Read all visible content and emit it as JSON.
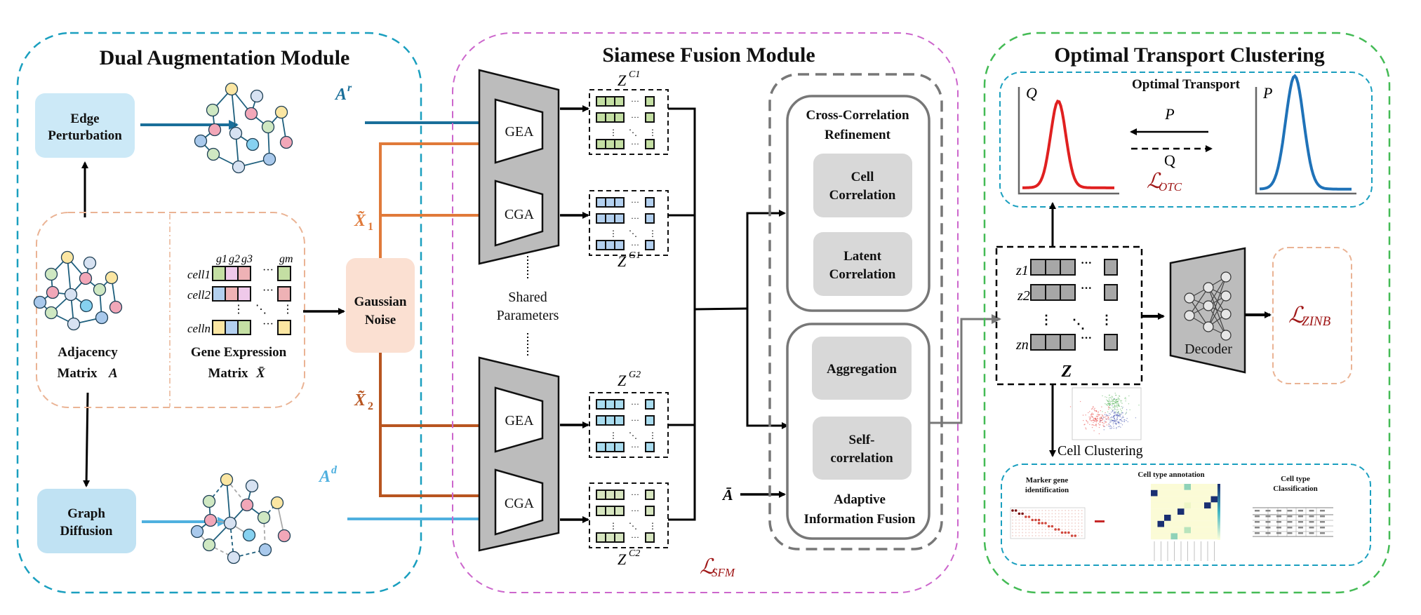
{
  "modules": {
    "dual_augmentation": {
      "title": "Dual Augmentation Module",
      "edge_perturbation": [
        "Edge",
        "Perturbation"
      ],
      "graph_diffusion": [
        "Graph",
        "Diffusion"
      ],
      "adjacency_label": [
        "Adjacency",
        "Matrix"
      ],
      "adjacency_symbol": "A",
      "gene_expr_label": [
        "Gene Expression",
        "Matrix"
      ],
      "gene_expr_symbol": "X̄",
      "graph_r_label": "A",
      "graph_r_sup": "r",
      "graph_d_label": "A",
      "graph_d_sup": "d",
      "gene_headers": [
        "g1",
        "g2",
        "g3",
        "gm"
      ],
      "cell_rows": [
        "cell1",
        "cell2",
        "celln"
      ],
      "gaussian_noise": [
        "Gaussian",
        "Noise"
      ],
      "x1_label": "X̃",
      "x1_sub": "1",
      "x2_label": "X̃",
      "x2_sub": "2"
    },
    "siamese_fusion": {
      "title": "Siamese Fusion Module",
      "encoder_top": [
        "GEA",
        "CGA"
      ],
      "encoder_bottom": [
        "GEA",
        "CGA"
      ],
      "shared_parameters": [
        "Shared",
        "Parameters"
      ],
      "z_labels": [
        {
          "base": "Z",
          "sup": "C1"
        },
        {
          "base": "Z",
          "sup": "G1"
        },
        {
          "base": "Z",
          "sup": "G2"
        },
        {
          "base": "Z",
          "sup": "C2"
        }
      ],
      "cross_correlation_title": [
        "Cross-Correlation",
        "Refinement"
      ],
      "cell_correlation": [
        "Cell",
        "Correlation"
      ],
      "latent_correlation": [
        "Latent",
        "Correlation"
      ],
      "aggregation": "Aggregation",
      "self_correlation": [
        "Self-",
        "correlation"
      ],
      "adaptive_fusion_title": [
        "Adaptive",
        "Information Fusion"
      ],
      "a_bar": "Ā",
      "loss": "ℒ",
      "loss_sub": "SFM"
    },
    "optimal_transport_clustering": {
      "title": "Optimal Transport Clustering",
      "ot_title": "Optimal Transport",
      "q_axis": "Q",
      "p_axis": "P",
      "arrow_p": "P",
      "arrow_q": "Q",
      "loss": "ℒ",
      "loss_sub": "OTC",
      "z_rows": [
        "z1",
        "z2",
        "zn"
      ],
      "z_label": "Z",
      "decoder": "Decoder",
      "zinb_loss": "ℒ",
      "zinb_sub": "ZINB",
      "cell_clustering": "Cell Clustering",
      "downstream": [
        {
          "title": [
            "Marker gene",
            "identification"
          ]
        },
        {
          "title": [
            "Cell type annotation"
          ]
        },
        {
          "title": [
            "Cell type",
            "Classification"
          ]
        }
      ]
    }
  },
  "colors": {
    "dual_border": "#1a9fbf",
    "siamese_border": "#cc66cc",
    "ot_border": "#44bb55",
    "edge_box": "#cce9f7",
    "diffusion_box": "#c0e2f3",
    "noise_box": "#fbe0d2",
    "arrow_blue_dark": "#1a6f9a",
    "arrow_blue_light": "#4fb0df",
    "arrow_orange": "#e07a3a",
    "arrow_orange_dark": "#b85520",
    "loss_red": "#a01818",
    "q_curve": "#e02020",
    "p_curve": "#1f72b8"
  }
}
